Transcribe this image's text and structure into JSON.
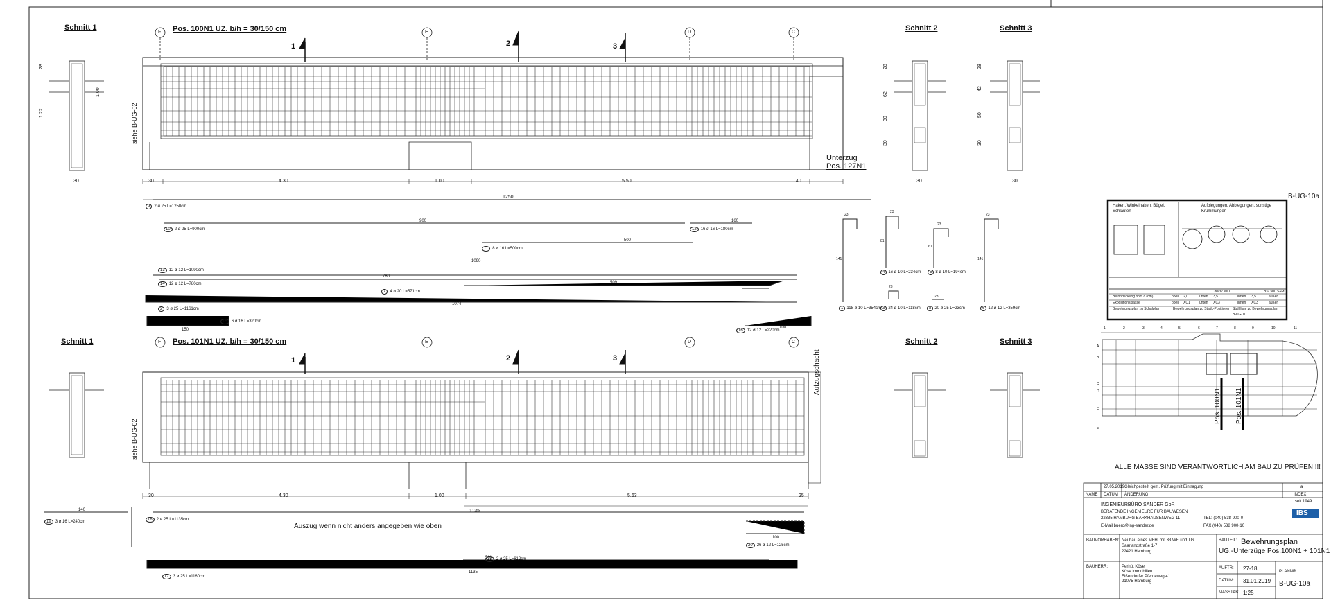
{
  "sections": {
    "top": {
      "s1": "Schnitt 1",
      "s2": "Schnitt 2",
      "s3": "Schnitt 3"
    },
    "bottom": {
      "s1": "Schnitt 1",
      "s2": "Schnitt 2",
      "s3": "Schnitt 3"
    }
  },
  "beam_top": {
    "title": "Pos. 100N1 UZ.  b/h = 30/150 cm",
    "axes": [
      "F",
      "E",
      "D",
      "C"
    ],
    "side_ref": "siehe B-UG-02",
    "unterzug": [
      "Unterzug",
      "Pos. 127N1"
    ],
    "spans": [
      "30",
      "4.30",
      "1.00",
      "5.50",
      "40"
    ],
    "total": "1250",
    "cuts": [
      "1",
      "2",
      "3"
    ]
  },
  "beam_bottom": {
    "title": "Pos. 101N1 UZ.  b/h = 30/150 cm",
    "axes": [
      "F",
      "E",
      "D",
      "C"
    ],
    "side_ref": "siehe B-UG-02",
    "shaft": "Aufzugschacht",
    "spans": [
      "30",
      "4.30",
      "1.00",
      "5.63",
      "25"
    ],
    "total": "1135",
    "cuts": [
      "1",
      "2",
      "3"
    ]
  },
  "section_dims": {
    "s1": [
      "28",
      "1.22",
      "1.00",
      "30"
    ],
    "s2": [
      "28",
      "62",
      "30",
      "30",
      "30"
    ],
    "s3": [
      "28",
      "42",
      "50",
      "30",
      "30"
    ]
  },
  "bar_schedule_top": [
    {
      "n": "9",
      "label": "2 ø 25 L=1250cm"
    },
    {
      "n": "10",
      "label": "2 ø 25 L=900cm",
      "len": "900"
    },
    {
      "n": "12",
      "label": "16 ø 16 L=180cm",
      "len": "160"
    },
    {
      "n": "11",
      "label": "8 ø 16 L=500cm",
      "len": "500"
    },
    {
      "n": "13",
      "label": "12 ø 12 L=1090cm",
      "len": "1090"
    },
    {
      "n": "14",
      "label": "12 ø 12 L=780cm",
      "len": "780"
    },
    {
      "n": "7",
      "label": "4 ø 20 L=571cm",
      "len": "509"
    },
    {
      "n": "2",
      "label": "3 ø 25 L=1161cm",
      "len": "1074"
    },
    {
      "n": "15",
      "label": "6 ø 16 L=320cm",
      "len": "150"
    },
    {
      "n": "16",
      "label": "12 ø 12 L=220cm",
      "len": "100"
    }
  ],
  "stirrups": [
    {
      "n": "1",
      "label": "118 ø 10 L=354cm",
      "h": "141",
      "w": "23"
    },
    {
      "n": "4",
      "label": "16 ø 10 L=234cm",
      "h": "81",
      "w": "23"
    },
    {
      "n": "5",
      "label": "8 ø 10 L=194cm",
      "h": "61",
      "w": "23"
    },
    {
      "n": "6",
      "label": "12 ø 12 L=359cm",
      "h": "141",
      "w": "23"
    },
    {
      "n": "3",
      "label": "24 ø 10 L=118cm",
      "w": "23"
    },
    {
      "n": "8",
      "label": "20 ø 25 L=23cm",
      "w": "23"
    }
  ],
  "bar_schedule_bottom": [
    {
      "n": "19",
      "label": "3 ø 16 L=240cm",
      "len": "140"
    },
    {
      "n": "18",
      "label": "2 ø 25 L=1135cm",
      "len": "1135"
    },
    {
      "n": "20",
      "label": "26 ø 12 L=125cm",
      "len": "100"
    },
    {
      "n": "21",
      "label": "2 ø 25 L=612cm",
      "len": "563"
    },
    {
      "n": "17",
      "label": "3 ø 25 L=1160cm",
      "len": "1135"
    }
  ],
  "note_bottom": "Auszug wenn nicht anders angegeben wie oben",
  "legend": {
    "sheet_id": "B-UG-10a",
    "col1": "Haken, Winkelhaken, Bügel, Schlaufen",
    "col2": "Aufbiegungen, Abbiegungen, sonstige Krümmungen",
    "rows": [
      [
        "Betondeckung nom c (cm)",
        "oben",
        "2,0",
        "unten",
        "3,5",
        "innen",
        "3,5",
        "außen"
      ],
      [
        "Expositionsklasse",
        "oben",
        "XC1",
        "unten",
        "XC3",
        "innen",
        "XC3",
        "außen"
      ],
      [
        "Bewehrungsplan zu Schalplan",
        "Bewehrungsplan zu Statik-Positionen",
        "Stahlliste zu Bewehrungsplan",
        "B-UG-10"
      ]
    ],
    "concrete": "C30/37 WU",
    "steel": "BSt 500 S+M"
  },
  "keyplan": {
    "cols": [
      "1",
      "2",
      "3",
      "4",
      "5",
      "6",
      "7",
      "8",
      "9",
      "10",
      "11"
    ],
    "rows": [
      "A",
      "B",
      "C",
      "D",
      "E",
      "F"
    ],
    "labels": [
      "Pos. 100N1",
      "Pos. 101N1"
    ]
  },
  "warning": "ALLE MASSE SIND VERANTWORTLICH AM BAU ZU PRÜFEN !!!",
  "revision": {
    "date": "27.05.2019",
    "text": "Gleichgestellt gem. Prüfung mit Eintragung",
    "index": "a",
    "head": [
      "NAME",
      "DATUM",
      "ÄNDERUNG",
      "INDEX"
    ]
  },
  "office": {
    "name": "INGENIEURBÜRO SANDER GbR",
    "since": "seit 1949",
    "line1": "BERATENDE INGENIEURE FÜR BAUWESEN",
    "line2": "22335 HAMBURG BARKHAUSENWEG 11",
    "tel": "TEL: (040) 538 900-0",
    "email": "E-Mail buero@ing-sander.de",
    "fax": "FAX (040) 538 900-10",
    "logo": "IBS"
  },
  "project": {
    "label": "BAUVORHABEN:",
    "lines": [
      "Neubau eines MFH, mit 33 WE und TG",
      "Saarlandstraße 1-7",
      "22421 Hamburg"
    ],
    "bauteil_label": "BAUTEIL:",
    "bauteil": [
      "Bewehrungsplan",
      "UG.-Unterzüge Pos.100N1 + 101N1"
    ]
  },
  "client": {
    "label": "BAUHERR:",
    "lines": [
      "Perhüt Köse",
      "Köse Immobilien",
      "Eißendorfer Pferdeweg 41",
      "21075 Hamburg"
    ],
    "auftr_label": "AUFTR:",
    "auftr": "27-18",
    "datum_label": "DATUM:",
    "datum": "31.01.2019",
    "massstab_label": "MASSTAB:",
    "massstab": "1:25",
    "plannr_label": "PLANNR.",
    "plannr": "B-UG-10a"
  }
}
